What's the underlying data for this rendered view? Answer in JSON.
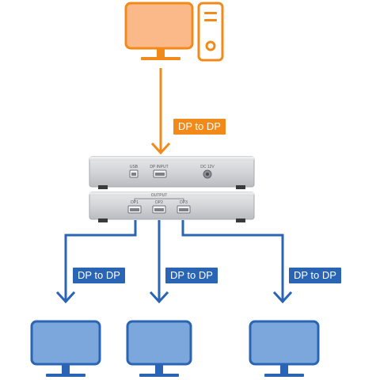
{
  "input_label": "DP to DP",
  "output_labels": [
    "DP to DP",
    "DP to DP",
    "DP to DP"
  ],
  "device": {
    "top_ports": [
      "USB",
      "DP INPUT",
      "DC 12V"
    ],
    "bottom_group_label": "OUTPUT",
    "bottom_ports": [
      "DP1",
      "DP2",
      "DP3"
    ]
  },
  "icons": {
    "source": "desktop-computer-icon",
    "displays": [
      "monitor-icon",
      "monitor-icon",
      "monitor-icon"
    ],
    "device": "dp-splitter-device"
  },
  "colors": {
    "input_accent": "#f28a1a",
    "output_accent": "#2a64b4",
    "computer_fill": "#fbb98a",
    "monitor_fill": "#7ba7dd",
    "device_body": "#cfd1d4"
  }
}
